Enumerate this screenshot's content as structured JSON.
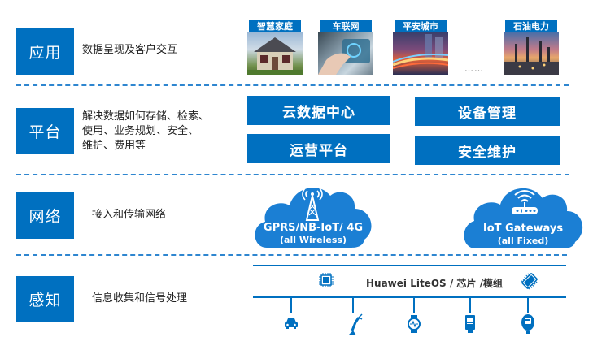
{
  "layers": [
    {
      "tag": "应用",
      "description": "数据呈现及客户交互"
    },
    {
      "tag": "平台",
      "description_lines": [
        "解决数据如何存储、检索、",
        "使用、业务规划、安全、",
        "维护、费用等"
      ]
    },
    {
      "tag": "网络",
      "description": "接入和传输网络"
    },
    {
      "tag": "感知",
      "description": "信息收集和信号处理"
    }
  ],
  "applications": [
    {
      "label": "智慧家庭",
      "image": "house-photo"
    },
    {
      "label": "车联网",
      "image": "car-dashboard-photo"
    },
    {
      "label": "平安城市",
      "image": "city-lights-photo"
    },
    {
      "label": "石油电力",
      "image": "refinery-photo"
    }
  ],
  "applications_ellipsis": "……",
  "platform_boxes": [
    "云数据中心",
    "设备管理",
    "运营平台",
    "安全维护"
  ],
  "network": {
    "wireless": {
      "line1": "GPRS/NB-IoT/ 4G",
      "line2": "(all Wireless)",
      "icon": "cell-tower-icon"
    },
    "fixed": {
      "line1": "IoT Gateways",
      "line2": "(all Fixed)",
      "icon": "router-icon"
    }
  },
  "perception": {
    "os_label": "Huawei LiteOS / 芯片 /模组",
    "devices": [
      "car-icon",
      "robot-arm-icon",
      "smartwatch-icon",
      "meter-icon",
      "sensor-icon"
    ]
  },
  "colors": {
    "primary": "#0070C0",
    "divider": "#2E86D0",
    "cloud": "#1B7FD4"
  }
}
